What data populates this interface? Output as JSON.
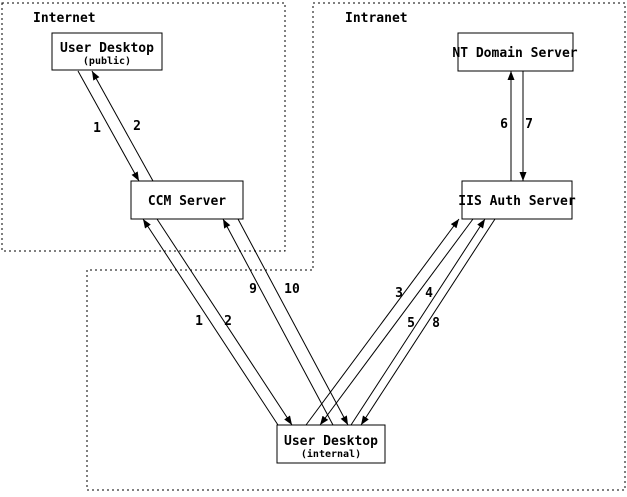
{
  "diagram": {
    "title_implicit": "Authentication flow diagram",
    "colors": {
      "line": "#000000",
      "background": "#ffffff"
    },
    "zones": [
      {
        "id": "internet",
        "label": "Internet"
      },
      {
        "id": "intranet",
        "label": "Intranet"
      }
    ],
    "nodes": [
      {
        "id": "user-desktop-public",
        "title": "User Desktop",
        "subtitle": "(public)",
        "zone": "internet"
      },
      {
        "id": "ccm-server",
        "title": "CCM Server",
        "zone": "internet"
      },
      {
        "id": "nt-domain-server",
        "title": "NT Domain Server",
        "zone": "intranet"
      },
      {
        "id": "iis-auth-server",
        "title": "IIS Auth Server",
        "zone": "intranet"
      },
      {
        "id": "user-desktop-internal",
        "title": "User Desktop",
        "subtitle": "(internal)",
        "zone": "intranet"
      }
    ],
    "flows": [
      {
        "label": "1",
        "from": "user-desktop-public",
        "to": "ccm-server"
      },
      {
        "label": "2",
        "from": "ccm-server",
        "to": "user-desktop-public"
      },
      {
        "label": "1",
        "from": "user-desktop-internal",
        "to": "ccm-server"
      },
      {
        "label": "2",
        "from": "ccm-server",
        "to": "user-desktop-internal"
      },
      {
        "label": "9",
        "from": "user-desktop-internal",
        "to": "ccm-server"
      },
      {
        "label": "10",
        "from": "ccm-server",
        "to": "user-desktop-internal"
      },
      {
        "label": "3",
        "from": "user-desktop-internal",
        "to": "iis-auth-server"
      },
      {
        "label": "4",
        "from": "iis-auth-server",
        "to": "user-desktop-internal"
      },
      {
        "label": "5",
        "from": "user-desktop-internal",
        "to": "iis-auth-server"
      },
      {
        "label": "8",
        "from": "iis-auth-server",
        "to": "user-desktop-internal"
      },
      {
        "label": "6",
        "from": "iis-auth-server",
        "to": "nt-domain-server"
      },
      {
        "label": "7",
        "from": "nt-domain-server",
        "to": "iis-auth-server"
      }
    ]
  }
}
